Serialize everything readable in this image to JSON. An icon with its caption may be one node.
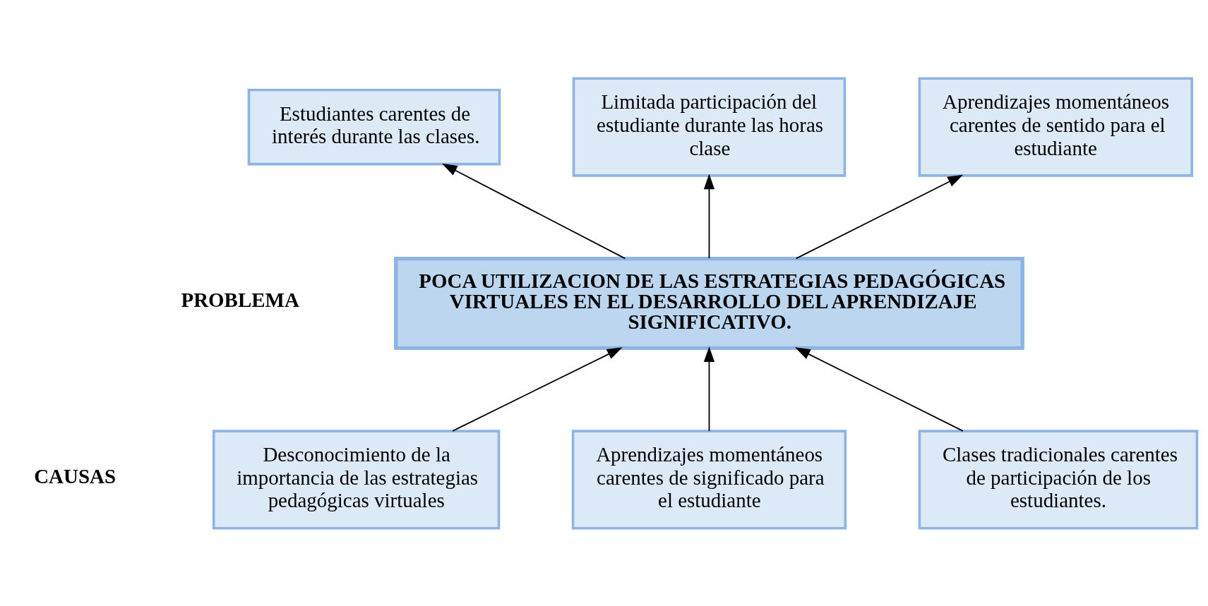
{
  "diagram": {
    "nodes": [
      {
        "text": [
          "Estudiantes carentes de interés durante las clases."
        ]
      },
      {
        "text": [
          "Limitada participación del estudiante durante las horas clase"
        ]
      },
      {
        "text": [
          "Aprendizajes momentáneos carentes de sentido para el estudiante"
        ]
      },
      {
        "text": [
          "POCA UTILIZACION DE LAS ESTRATEGIAS PEDAGÓGICAS VIRTUALES EN EL DESARROLLO DEL APRENDIZAJE SIGNIFICATIVO."
        ]
      },
      {
        "text": [
          "Desconocimiento de la importancia de las estrategias pedagógicas virtuales"
        ]
      },
      {
        "text": [
          "Aprendizajes momentáneos carentes de significado para el estudiante"
        ]
      },
      {
        "text": [
          "Clases tradicionales carentes de participación de los estudiantes."
        ]
      }
    ],
    "edges": [
      {
        "from": 3,
        "to": 0,
        "arrow": "to"
      },
      {
        "from": 3,
        "to": 1,
        "arrow": "to"
      },
      {
        "from": 3,
        "to": 2,
        "arrow": "to"
      },
      {
        "from": 4,
        "to": 3,
        "arrow": "to"
      },
      {
        "from": 5,
        "to": 3,
        "arrow": "to"
      },
      {
        "from": 6,
        "to": 3,
        "arrow": "to"
      }
    ],
    "labels": [
      "PROBLEMA",
      "CAUSAS"
    ]
  }
}
